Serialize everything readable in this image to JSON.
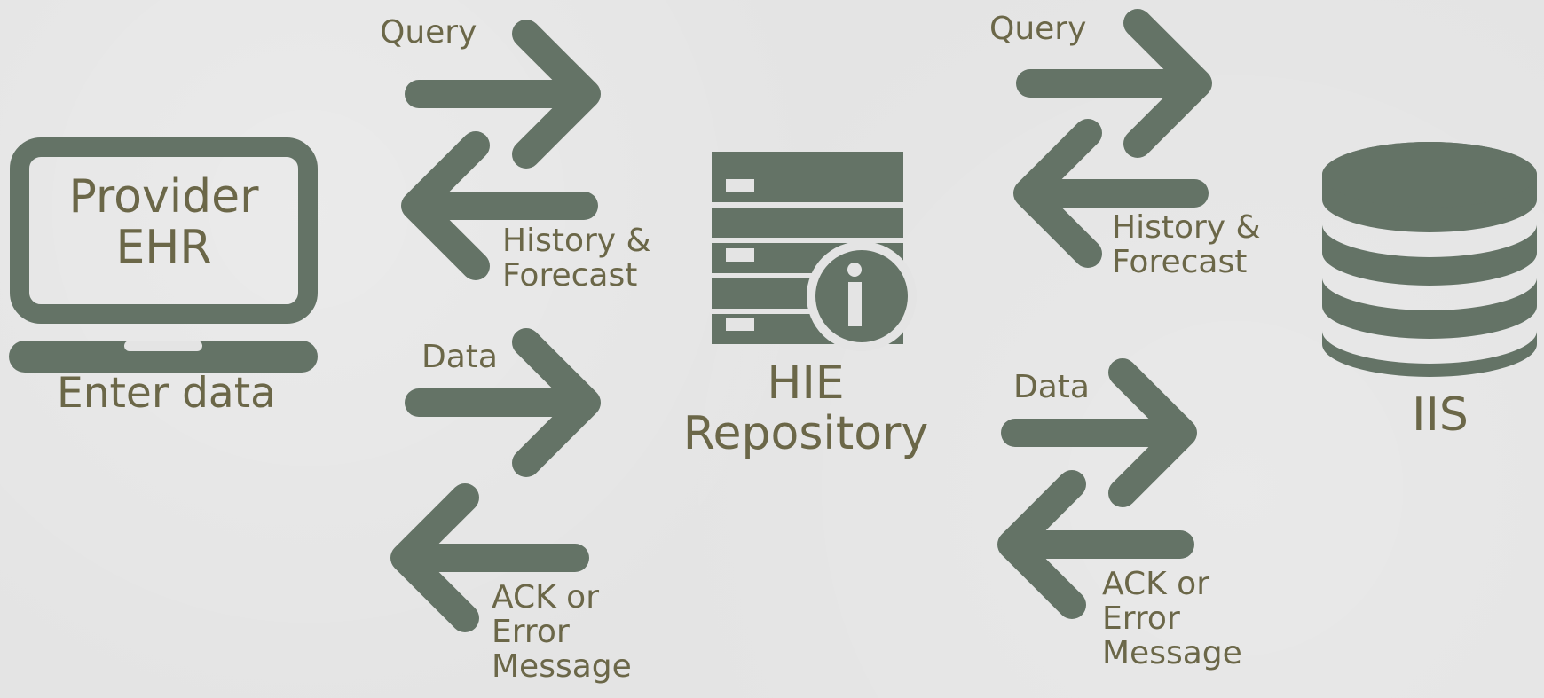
{
  "nodes": {
    "provider": {
      "screen_line1": "Provider",
      "screen_line2": "EHR",
      "caption": "Enter data"
    },
    "hie": {
      "line1": "HIE",
      "line2": "Repository"
    },
    "iis": {
      "label": "IIS"
    }
  },
  "links": {
    "left_query": {
      "request": "Query",
      "response_line1": "History &",
      "response_line2": "Forecast"
    },
    "left_data": {
      "request": "Data",
      "response_line1": "ACK or",
      "response_line2": "Error",
      "response_line3": "Message"
    },
    "right_query": {
      "request": "Query",
      "response_line1": "History &",
      "response_line2": "Forecast"
    },
    "right_data": {
      "request": "Data",
      "response_line1": "ACK or",
      "response_line2": "Error",
      "response_line3": "Message"
    }
  },
  "colors": {
    "icon": "#647366",
    "text": "#6b6748",
    "background": "#e4e4e4"
  }
}
